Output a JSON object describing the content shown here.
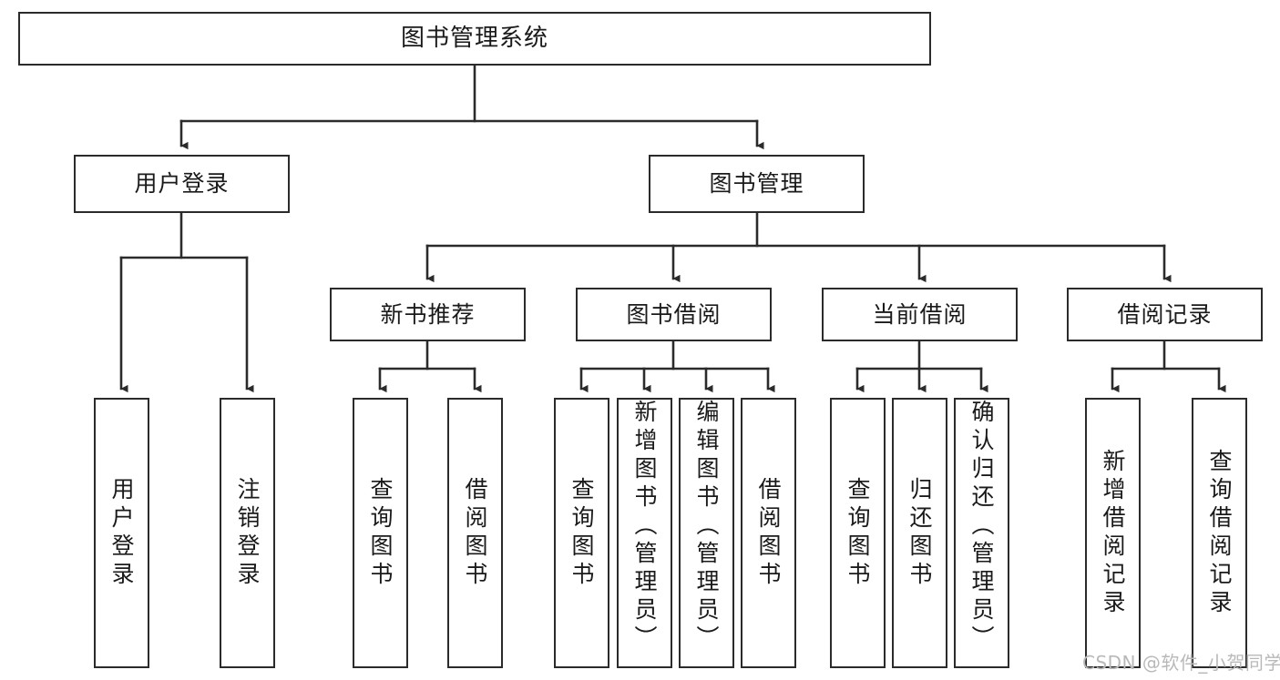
{
  "diagram": {
    "title": "图书管理系统",
    "type": "tree",
    "style": {
      "border_color": "#2b2b2b",
      "fill_color": "#ffffff",
      "text_color": "#1a1a1a",
      "background": "#ffffff",
      "watermark_color": "#b9b9b9"
    },
    "watermark": "CSDN @软件_小贺同学",
    "nodes": {
      "root": {
        "label": "图书管理系统"
      },
      "level1": [
        {
          "id": "user-login",
          "label": "用户登录"
        },
        {
          "id": "book-manage",
          "label": "图书管理"
        }
      ],
      "level2": [
        {
          "id": "new-book-recommend",
          "label": "新书推荐"
        },
        {
          "id": "book-borrow",
          "label": "图书借阅"
        },
        {
          "id": "current-borrow",
          "label": "当前借阅"
        },
        {
          "id": "borrow-record",
          "label": "借阅记录"
        }
      ],
      "leaves": {
        "user_login": [
          {
            "id": "leaf-user-login",
            "label": "用户登录"
          },
          {
            "id": "leaf-logout-login",
            "label": "注销登录"
          }
        ],
        "new_book_recommend": [
          {
            "id": "leaf-query-book-1",
            "label": "查询图书"
          },
          {
            "id": "leaf-borrow-book-1",
            "label": "借阅图书"
          }
        ],
        "book_borrow": [
          {
            "id": "leaf-query-book-2",
            "label": "查询图书"
          },
          {
            "id": "leaf-add-book",
            "label": "新增图书（管理员）"
          },
          {
            "id": "leaf-edit-book",
            "label": "编辑图书（管理员）"
          },
          {
            "id": "leaf-borrow-book-2",
            "label": "借阅图书"
          }
        ],
        "current_borrow": [
          {
            "id": "leaf-query-book-3",
            "label": "查询图书"
          },
          {
            "id": "leaf-return-book",
            "label": "归还图书"
          },
          {
            "id": "leaf-confirm-return",
            "label": "确认归还（管理员）"
          }
        ],
        "borrow_record": [
          {
            "id": "leaf-add-record",
            "label": "新增借阅记录"
          },
          {
            "id": "leaf-query-record",
            "label": "查询借阅记录"
          }
        ]
      }
    }
  }
}
